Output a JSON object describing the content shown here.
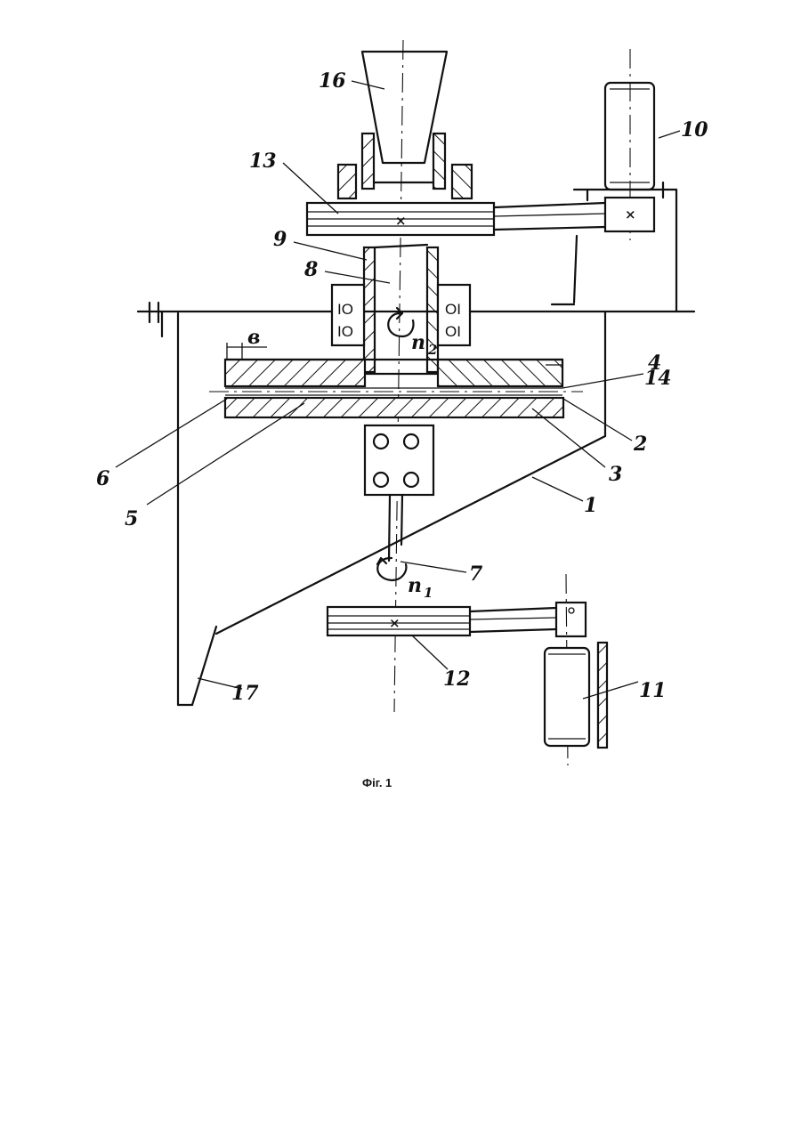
{
  "figure": {
    "caption": "Фіг. 1",
    "labels": {
      "l1": "1",
      "l2": "2",
      "l3": "3",
      "l4": "4",
      "l5": "5",
      "l6": "6",
      "l7": "7",
      "l8": "8",
      "l9": "9",
      "l10": "10",
      "l11": "11",
      "l12": "12",
      "l13": "13",
      "l14": "14",
      "l16": "16",
      "l17": "17",
      "b": "в",
      "n1": "n",
      "n1_sub": "1",
      "n2": "n",
      "n2_sub": "2"
    },
    "bearing_glyphs": {
      "left": "IO",
      "right": "OI"
    }
  }
}
